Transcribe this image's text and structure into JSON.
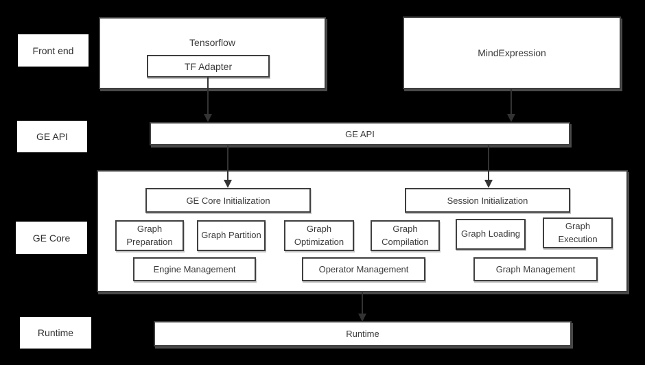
{
  "layers": [
    {
      "label": "Front end"
    },
    {
      "label": "GE API"
    },
    {
      "label": "GE Core"
    },
    {
      "label": "Runtime"
    }
  ],
  "front_end": {
    "tensorflow_label": "Tensorflow",
    "tf_adapter_label": "TF Adapter",
    "mind_expression_label": "MindExpression"
  },
  "ge_api": {
    "label": "GE API"
  },
  "ge_core": {
    "ge_core_init_label": "GE Core Initialization",
    "session_init_label": "Session Initialization",
    "modules": [
      {
        "label": "Graph Preparation"
      },
      {
        "label": "Graph Partition"
      },
      {
        "label": "Graph Optimization"
      },
      {
        "label": "Graph Compilation"
      },
      {
        "label": "Graph Loading"
      },
      {
        "label": "Graph Execution"
      }
    ],
    "management": [
      {
        "label": "Engine Management"
      },
      {
        "label": "Operator Management"
      },
      {
        "label": "Graph Management"
      }
    ]
  },
  "runtime": {
    "label": "Runtime"
  },
  "colors": {
    "background": "#000000",
    "box_fill": "#ffffff",
    "box_border": "#3f3f3f",
    "text": "#3a3a3a",
    "arrow": "#333333"
  }
}
